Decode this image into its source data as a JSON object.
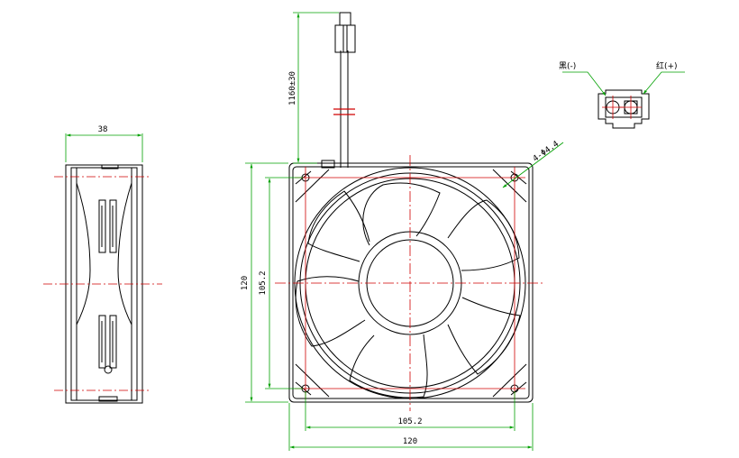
{
  "colors": {
    "outline": "#000000",
    "dimension": "#00a000",
    "centerline": "#d00000",
    "background": "#ffffff"
  },
  "side_view": {
    "depth_label": "38"
  },
  "front_view": {
    "width_label": "120",
    "height_label": "120",
    "hole_pitch_h_label": "105.2",
    "hole_pitch_v_label": "105.2",
    "cable_length_label": "1160±30",
    "mounting_hole_label": "4-Φ4.4"
  },
  "connector": {
    "black_label": "黑(-)",
    "red_label": "红(+)"
  }
}
